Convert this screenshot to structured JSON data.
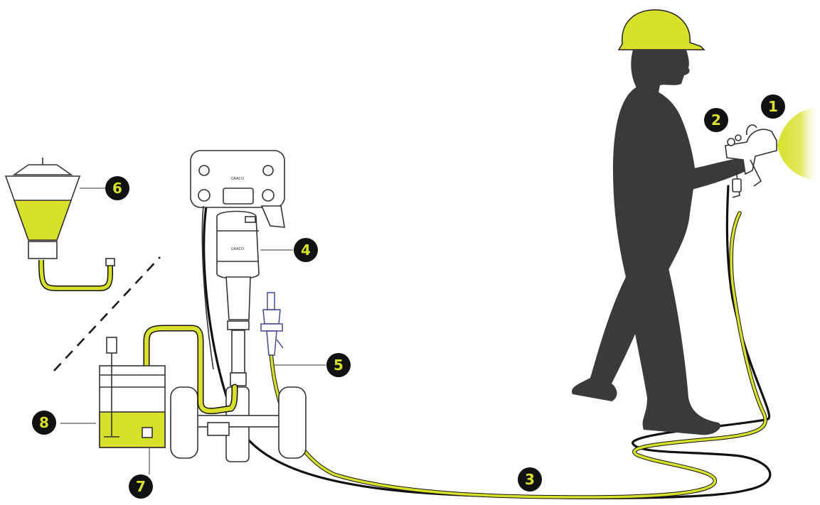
{
  "colors": {
    "accent": "#d7e12a",
    "silhouette": "#3a3a3a",
    "outline": "#333333",
    "badge_bg": "#111111"
  },
  "callouts": [
    {
      "number": "1",
      "part": "spray-tip"
    },
    {
      "number": "2",
      "part": "spray-gun"
    },
    {
      "number": "3",
      "part": "hoses"
    },
    {
      "number": "4",
      "part": "pump"
    },
    {
      "number": "5",
      "part": "fluid-filter"
    },
    {
      "number": "6",
      "part": "gravity-hopper"
    },
    {
      "number": "7",
      "part": "suction-strainer"
    },
    {
      "number": "8",
      "part": "paint-pail"
    }
  ],
  "pump_brand_text": "GRACO"
}
